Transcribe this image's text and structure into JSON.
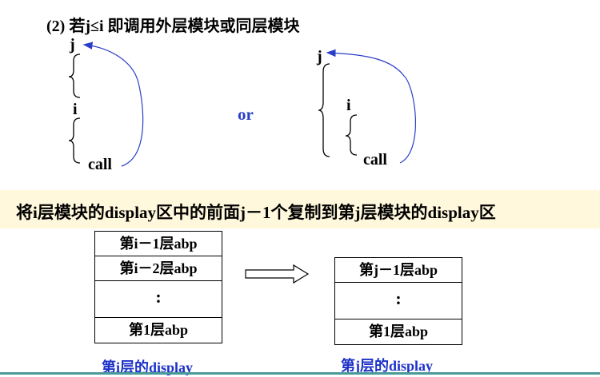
{
  "heading": "(2) 若j≤i 即调用外层模块或同层模块",
  "left_diagram": {
    "j_label": "j",
    "i_label": "i",
    "call_label": "call"
  },
  "or_label": "or",
  "right_diagram": {
    "j_label": "j",
    "i_label": "i",
    "call_label": "call"
  },
  "banner": "将i层模块的display区中的前面j－1个复制到第j层模块的display区",
  "left_stack": {
    "rows": [
      "第i－1层abp",
      "第i－2层abp",
      ":",
      "第1层abp"
    ],
    "caption": "第i层的display"
  },
  "right_stack": {
    "rows": [
      "第j－1层abp",
      ":",
      "第1层abp"
    ],
    "caption": "第j层的display"
  },
  "colors": {
    "arrow": "#2a3ec8",
    "caption": "#1c31c8",
    "banner_bg": "#fff8dc",
    "bottom_rule": "#4a9a9a"
  }
}
